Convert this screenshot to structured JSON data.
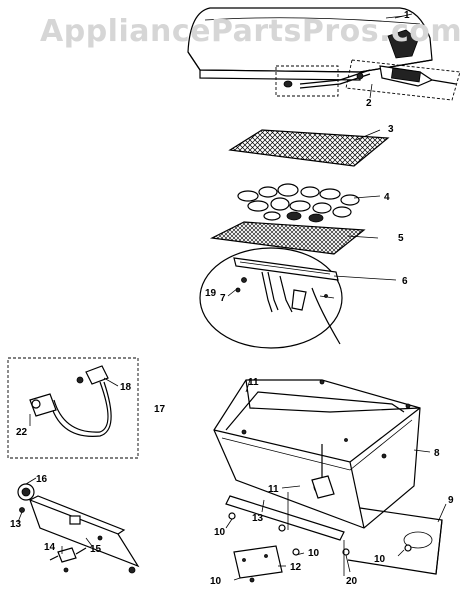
{
  "watermark": "AppliancePartsPros.com",
  "callouts": [
    {
      "id": "c1",
      "text": "1"
    },
    {
      "id": "c2",
      "text": "2"
    },
    {
      "id": "c3",
      "text": "3"
    },
    {
      "id": "c4",
      "text": "4"
    },
    {
      "id": "c5",
      "text": "5"
    },
    {
      "id": "c6",
      "text": "6"
    },
    {
      "id": "c7",
      "text": "7"
    },
    {
      "id": "c19",
      "text": "19"
    },
    {
      "id": "c17",
      "text": "17"
    },
    {
      "id": "c18",
      "text": "18"
    },
    {
      "id": "c22",
      "text": "22"
    },
    {
      "id": "c16",
      "text": "16"
    },
    {
      "id": "c13a",
      "text": "13"
    },
    {
      "id": "c14",
      "text": "14"
    },
    {
      "id": "c15",
      "text": "15"
    },
    {
      "id": "c11a",
      "text": "11"
    },
    {
      "id": "c8",
      "text": "8"
    },
    {
      "id": "c11b",
      "text": "11"
    },
    {
      "id": "c13b",
      "text": "13"
    },
    {
      "id": "c9",
      "text": "9"
    },
    {
      "id": "c10a",
      "text": "10"
    },
    {
      "id": "c10b",
      "text": "10"
    },
    {
      "id": "c10c",
      "text": "10"
    },
    {
      "id": "c12",
      "text": "12"
    },
    {
      "id": "c10d",
      "text": "10"
    },
    {
      "id": "c20",
      "text": "20"
    }
  ]
}
